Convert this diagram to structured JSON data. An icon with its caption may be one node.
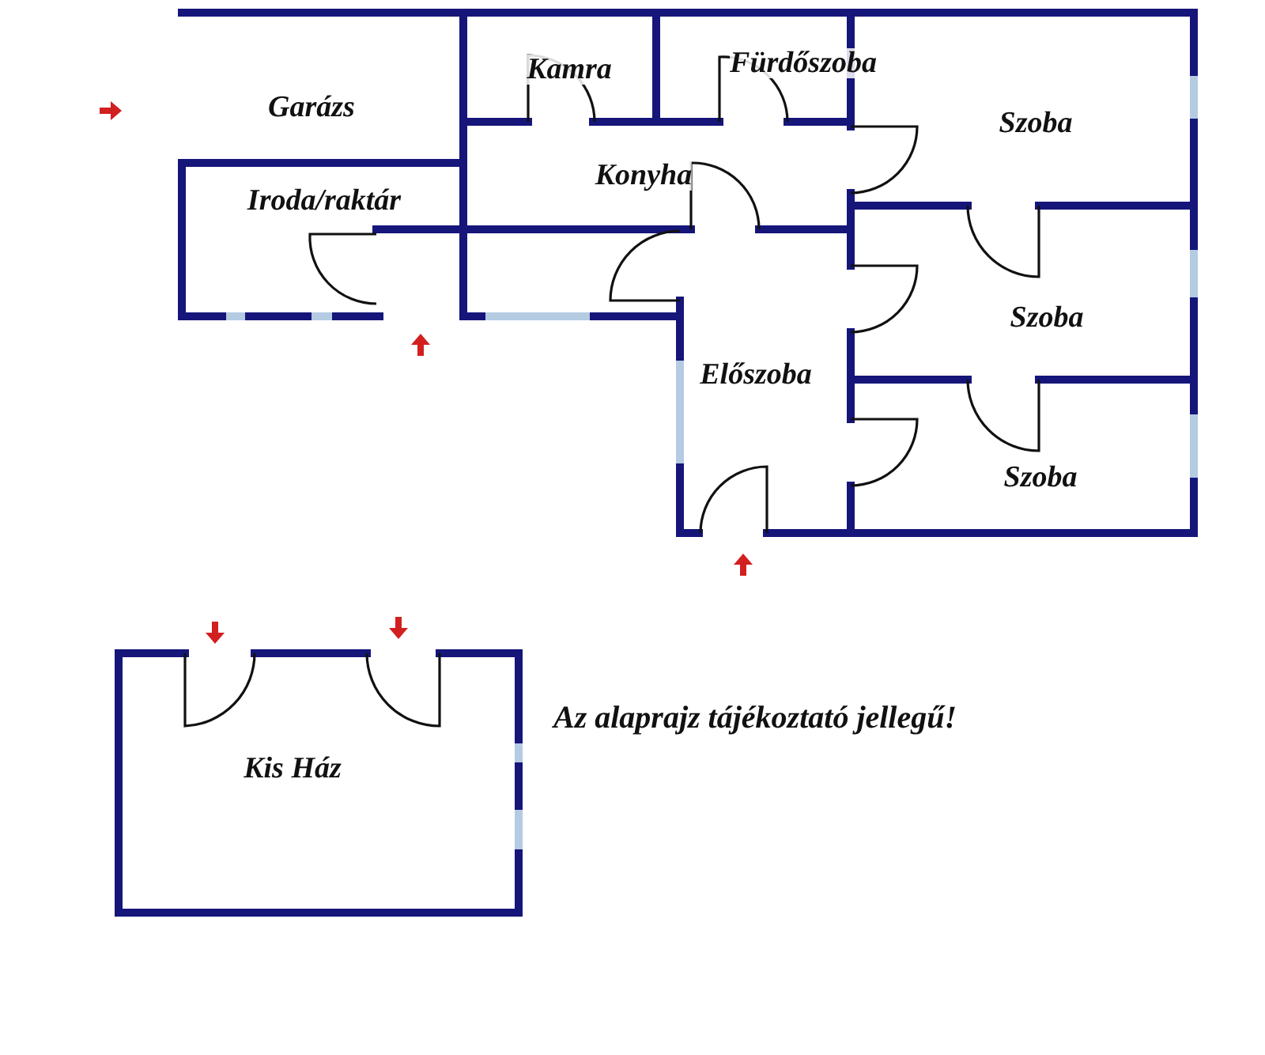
{
  "diagram": {
    "labels": [
      "Kamra",
      "Fürdőszoba",
      "Garázs",
      "Szoba",
      "Konyha",
      "Iroda/raktár",
      "Szoba",
      "Előszoba",
      "Szoba",
      "Az alaprajz tájékoztató jellegű!",
      "Kis Ház"
    ]
  }
}
